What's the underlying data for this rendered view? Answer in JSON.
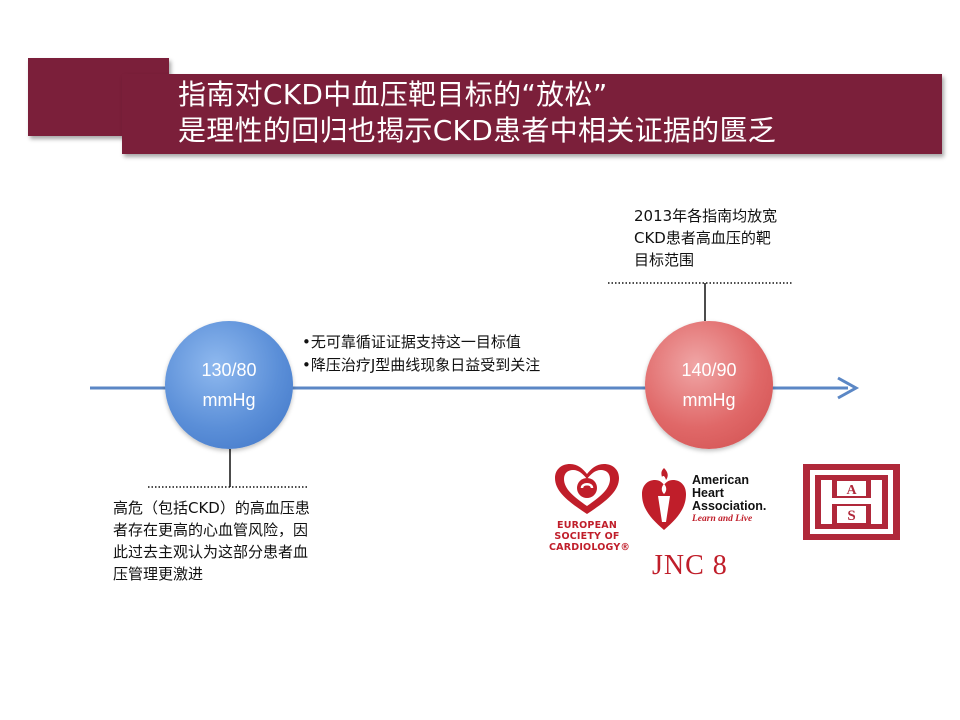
{
  "title": {
    "line1": "指南对CKD中血压靶目标的“放松”",
    "line2": "是理性的回归也揭示CKD患者中相关证据的匮乏"
  },
  "timeline": {
    "left_target": {
      "value": "130/80",
      "unit": "mmHg"
    },
    "right_target": {
      "value": "140/90",
      "unit": "mmHg"
    },
    "middle_bullets": [
      "•无可靠循证证据支持这一目标值",
      "•降压治疗J型曲线现象日益受到关注"
    ],
    "top_note": [
      "2013年各指南均放宽",
      "CKD患者高血压的靶",
      "目标范围"
    ],
    "bottom_note": [
      "高危（包括CKD）的高血压患",
      "者存在更高的心血管风险，因",
      "此过去主观认为这部分患者血",
      "压管理更激进"
    ]
  },
  "logos": {
    "esc": [
      "EUROPEAN",
      "SOCIETY OF",
      "CARDIOLOGY®"
    ],
    "aha": {
      "lines": [
        "American",
        "Heart",
        "Association."
      ],
      "tagline": "Learn and Live"
    },
    "ash": "ASH",
    "jnc": "JNC 8"
  },
  "colors": {
    "banner": "#7b1f3a",
    "timeline": "#5b87c5",
    "blue_circle": "#5b8fd8",
    "red_circle": "#e06868",
    "logo_red": "#c01e2a"
  }
}
